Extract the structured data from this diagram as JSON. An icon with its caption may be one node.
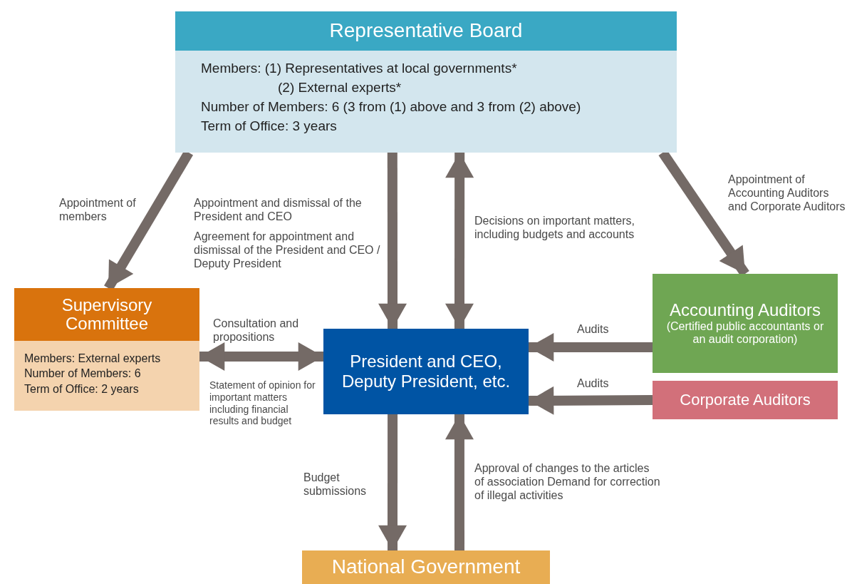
{
  "diagram": {
    "nodes": [
      {
        "text": [
          "Representative Board",
          "Members: (1) Representatives at local governments*",
          "(2) External experts*",
          "Number of Members: 6 (3 from (1) above and 3 from (2) above)",
          "Term of Office: 3 years"
        ]
      },
      {
        "text": [
          "Supervisory Committee",
          "Members: External experts",
          "Number of Members: 6",
          "Term of Office: 2 years"
        ]
      },
      {
        "text": [
          "President and CEO, Deputy President, etc."
        ]
      },
      {
        "text": [
          "Accounting Auditors",
          "(Certified public accountants or an audit corporation)"
        ]
      },
      {
        "text": [
          "Corporate Auditors"
        ]
      },
      {
        "text": [
          "National Government"
        ]
      }
    ],
    "edges": [
      {
        "from": 0,
        "to": 1,
        "arrow": "to",
        "label": "Appointment of members"
      },
      {
        "from": 0,
        "to": 2,
        "arrow": "to",
        "label": "Appointment and dismissal of the President and CEO"
      },
      {
        "from": 0,
        "to": 2,
        "arrow": "both",
        "label": "Decisions on important matters, including budgets and accounts"
      },
      {
        "from": 0,
        "to": 3,
        "arrow": "to",
        "label": "Appointment of Accounting Auditors and Corporate Auditors"
      },
      {
        "from": 1,
        "to": 2,
        "arrow": "both",
        "label": "Consultation and propositions"
      },
      {
        "from": 3,
        "to": 2,
        "arrow": "to",
        "label": "Audits"
      },
      {
        "from": 4,
        "to": 2,
        "arrow": "to",
        "label": "Audits"
      },
      {
        "from": 2,
        "to": 5,
        "arrow": "to",
        "label": "Budget submissions"
      },
      {
        "from": 5,
        "to": 2,
        "arrow": "to",
        "label": "Approval of changes to the articles of association Demand for correction of illegal activities"
      }
    ],
    "labels": [
      "Agreement for appointment and dismissal of the President and CEO / Deputy President",
      "Statement of opinion for important matters including financial results and budget"
    ]
  }
}
